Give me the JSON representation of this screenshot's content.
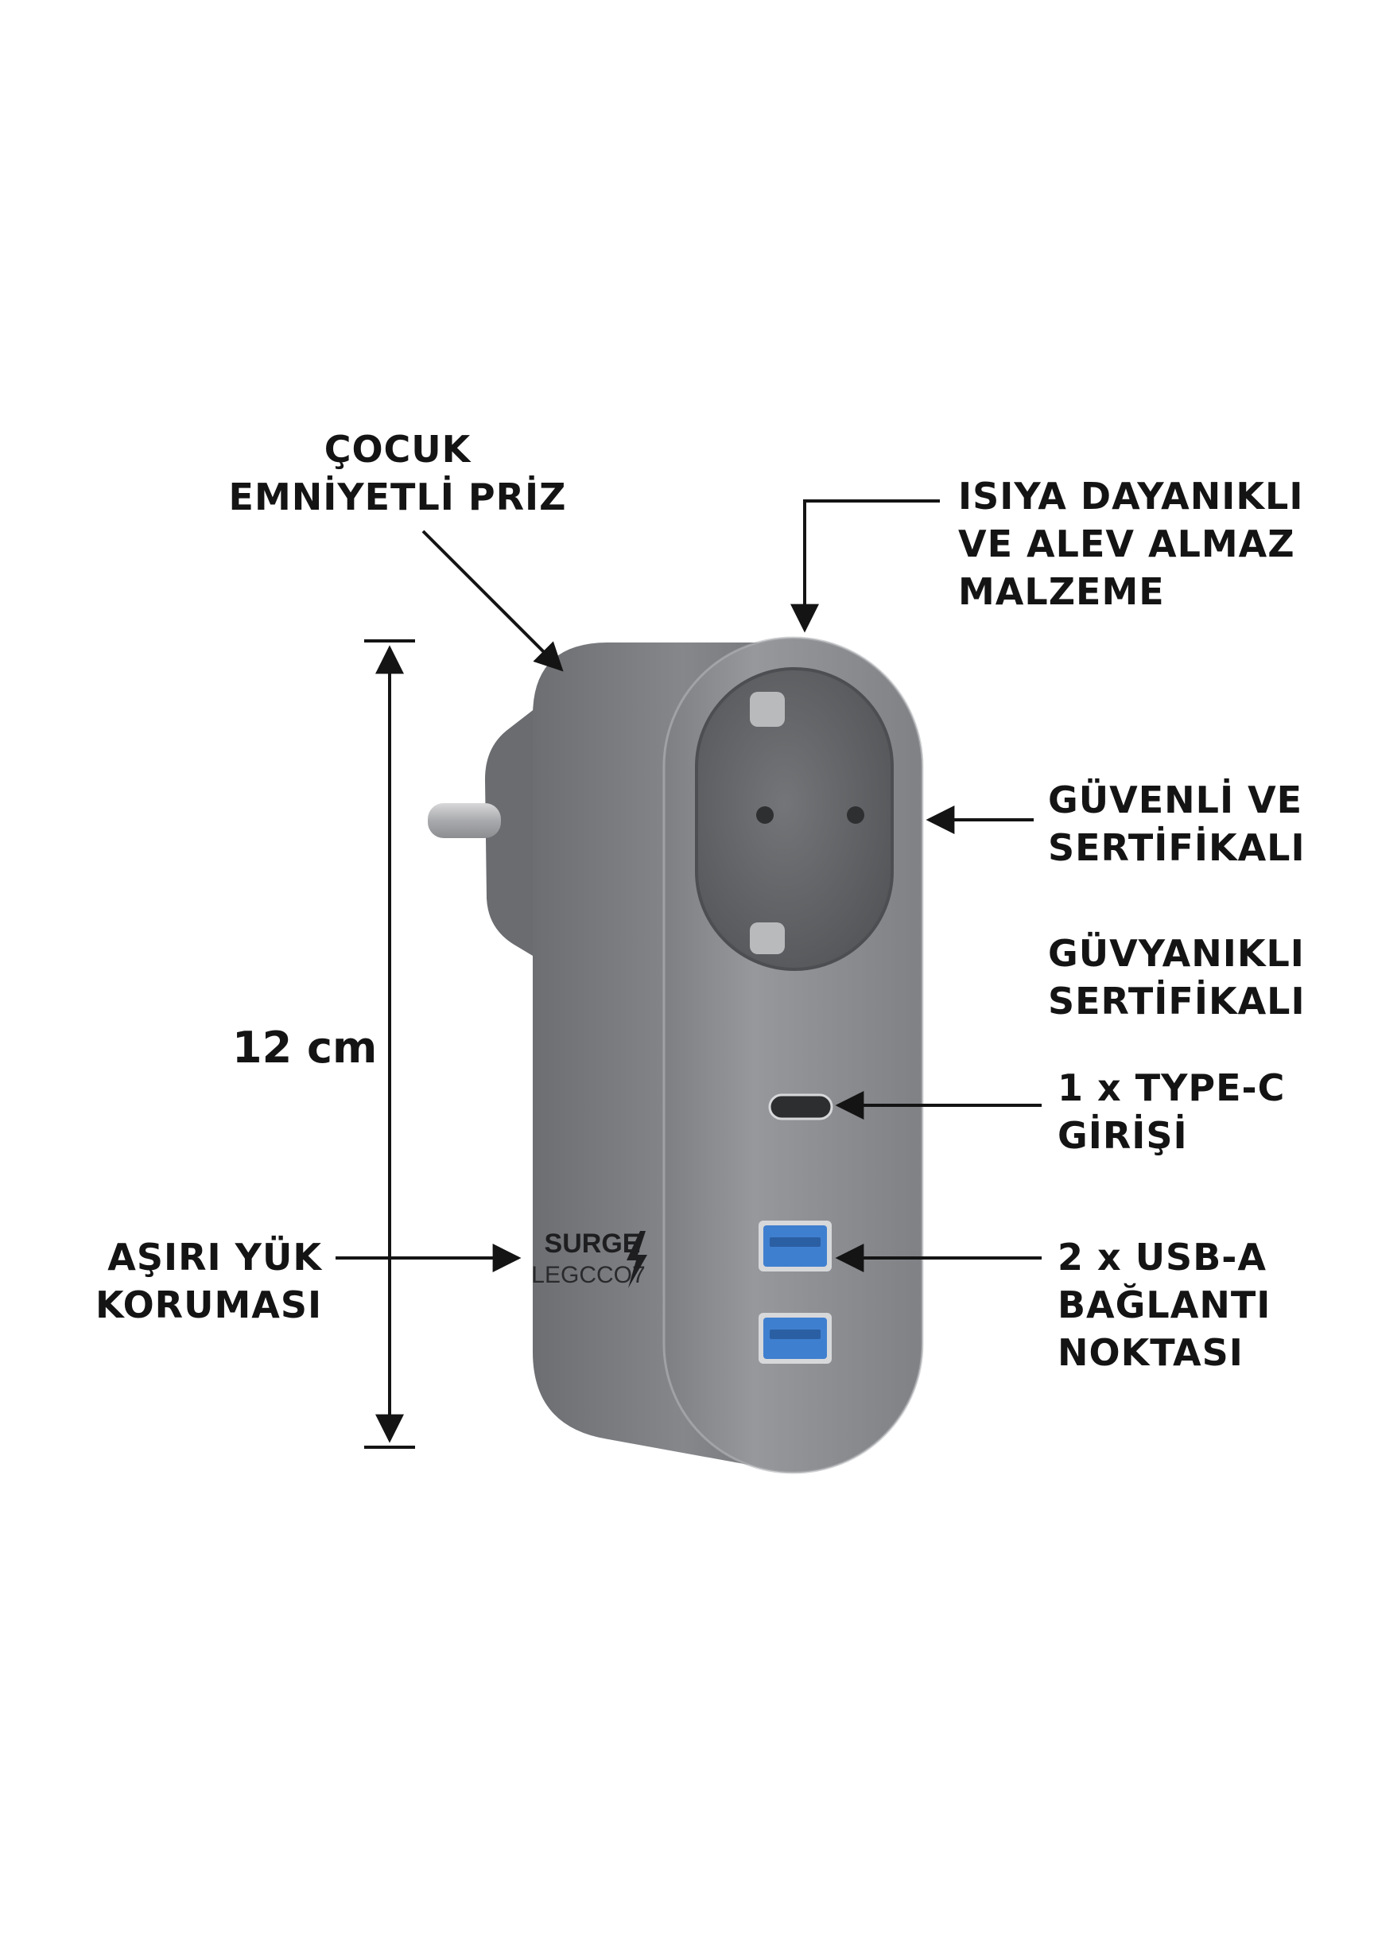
{
  "callouts": {
    "child_safe_socket": {
      "line1": "ÇOCUK",
      "line2": "EMNİYETLİ PRİZ"
    },
    "heat_resistant": {
      "line1": "ISIYA DAYANIKLI",
      "line2": "VE ALEV ALMAZ",
      "line3": "MALZEME"
    },
    "safe_certified": {
      "line1": "GÜVENLİ VE",
      "line2": "SERTİFİKALI"
    },
    "guvyanikli": {
      "line1": "GÜVYANIKLI",
      "line2": "SERTİFİKALI"
    },
    "type_c": {
      "line1": "1 x TYPE-C",
      "line2": "GİRİŞİ"
    },
    "usb_a": {
      "line1": "2 x USB-A",
      "line2": "BAĞLANTI",
      "line3": "NOKTASI"
    },
    "overload": {
      "line1": "AŞIRI YÜK",
      "line2": "KORUMASI"
    }
  },
  "dimension": {
    "height_label": "12 cm"
  },
  "device": {
    "logo_top": "SURGE",
    "logo_bottom": "LEGCCO7",
    "usb_port_count": 2,
    "typec_port_count": 1
  },
  "colors": {
    "body": "#8a8c90",
    "socket": "#66686b",
    "usb_blue": "#3f7fcf",
    "text": "#141414"
  }
}
